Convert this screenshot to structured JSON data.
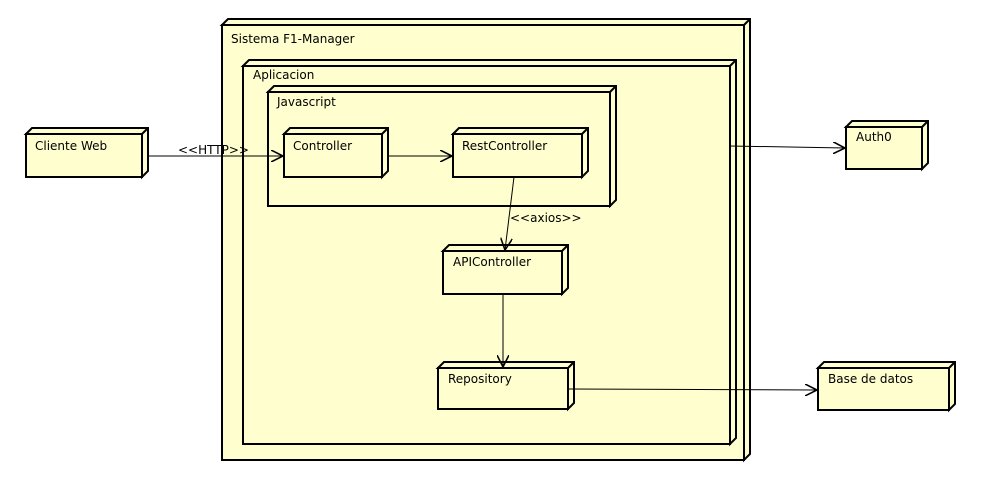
{
  "diagram": {
    "nodes": {
      "sistema": {
        "label": "Sistema F1-Manager"
      },
      "aplicacion": {
        "label": "Aplicacion"
      },
      "javascript": {
        "label": "Javascript"
      },
      "cliente_web": {
        "label": "Cliente Web"
      },
      "controller": {
        "label": "Controller"
      },
      "rest_controller": {
        "label": "RestController"
      },
      "api_controller": {
        "label": "APIController"
      },
      "repository": {
        "label": "Repository"
      },
      "auth0": {
        "label": "Auth0"
      },
      "base_de_datos": {
        "label": "Base de datos"
      }
    },
    "edges": {
      "http": {
        "label": "<<HTTP>>"
      },
      "axios": {
        "label": "<<axios>>"
      }
    },
    "colors": {
      "node_fill": "#FEFECE",
      "stroke": "#000000"
    }
  }
}
